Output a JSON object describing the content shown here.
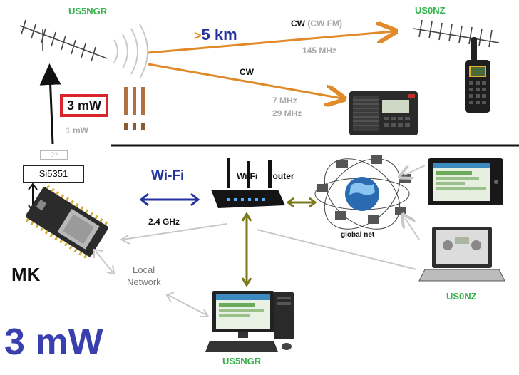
{
  "callsigns": {
    "top_left": "US5NGR",
    "top_right": "US0NZ",
    "bottom_right": "US0NZ",
    "bottom_center": "US5NGR"
  },
  "radio_path": {
    "distance_prefix": ">",
    "distance": "5 km",
    "vhf_mode": "CW",
    "vhf_mode_alt": "(CW FM)",
    "vhf_freq": "145 MHz",
    "hf_mode": "CW",
    "hf_freq_1": "7 MHz",
    "hf_freq_2": "29 MHz"
  },
  "transmitter": {
    "output_power": "3 mW",
    "chip_power": "1 mW",
    "chip_name": "Si5351",
    "unknown_stage": "??",
    "controller": "MK"
  },
  "network": {
    "wifi_label": "Wi-Fi",
    "wifi_freq": "2.4 GHz",
    "router_label_1": "Wi-Fi",
    "router_label_2": "router",
    "global_label": "global net",
    "local_label_1": "Local",
    "local_label_2": "Network"
  },
  "headline_power": "3 mW",
  "colors": {
    "callsign": "#33b24a",
    "rf_arrow": "#e08a2a",
    "wifi_arrow": "#2433a0",
    "lan_arrow": "#7a7a1a",
    "power_box": "#d8242a",
    "headline": "#3a3fae"
  }
}
